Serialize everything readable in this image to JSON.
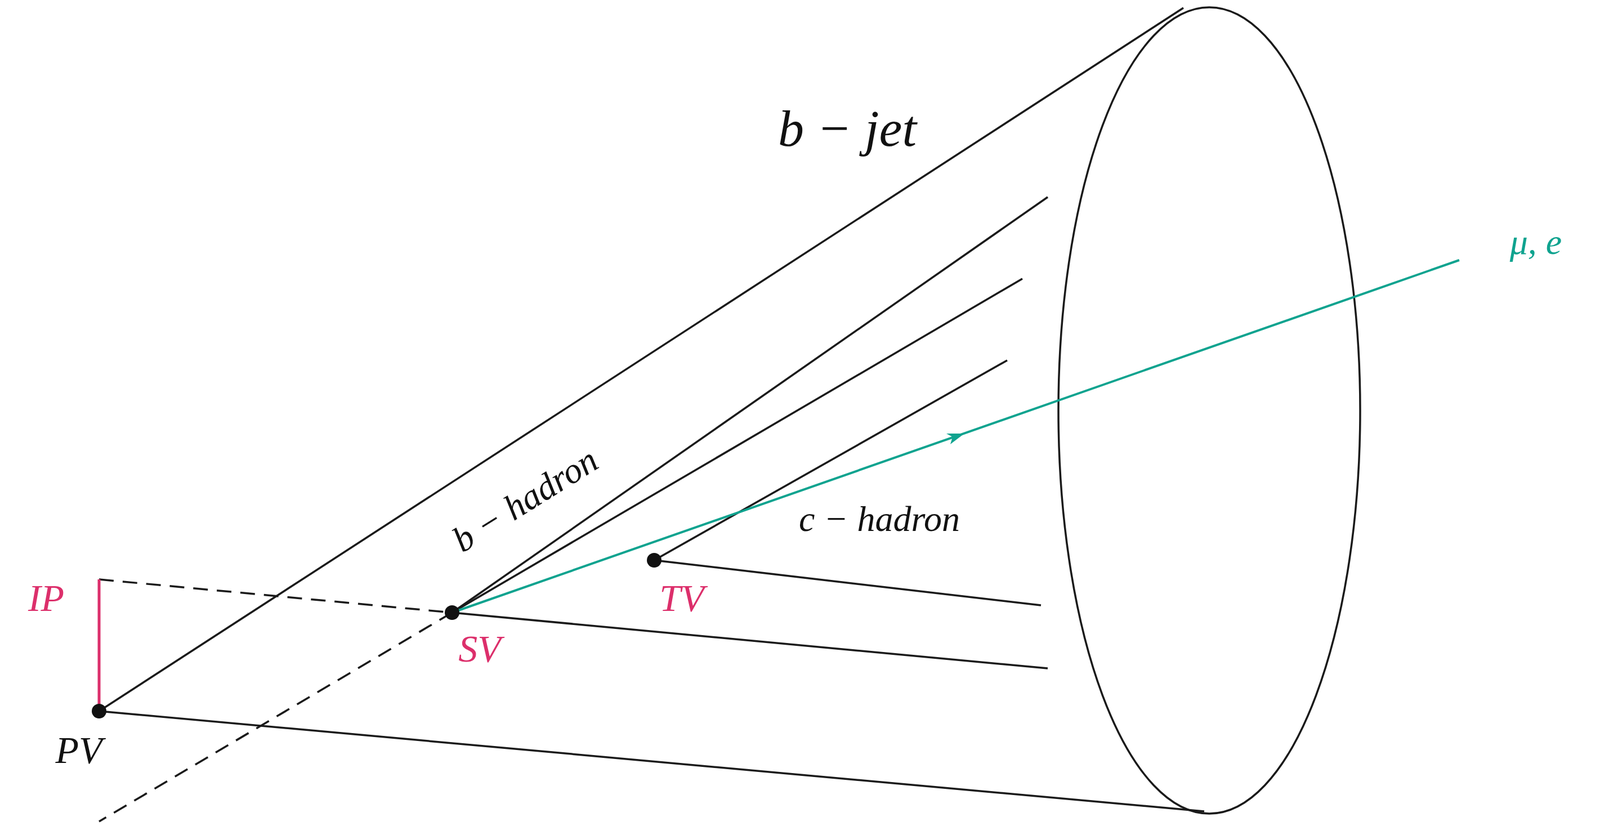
{
  "diagram": {
    "labels": [
      "b − jet",
      "b − hadron",
      "c − hadron",
      "IP",
      "PV",
      "SV",
      "TV",
      "μ, e"
    ]
  }
}
